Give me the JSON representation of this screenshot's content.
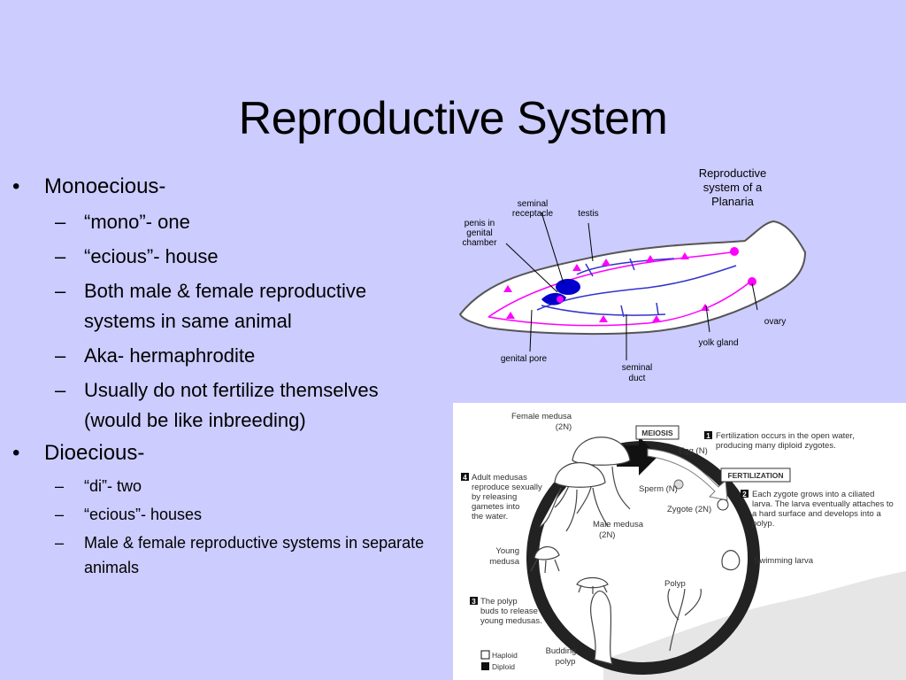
{
  "title": "Reproductive System",
  "bullets": {
    "mono": {
      "label": "Monoecious-",
      "subs": [
        "“mono”- one",
        "“ecious”- house",
        "Both male & female reproductive systems in same animal",
        "Aka- hermaphrodite",
        "Usually do not fertilize themselves (would be like inbreeding)"
      ]
    },
    "dio": {
      "label": "Dioecious-",
      "subs": [
        "“di”- two",
        "“ecious”- houses",
        "Male & female reproductive systems in separate animals"
      ]
    }
  },
  "planaria": {
    "title": [
      "Reproductive",
      "system of a",
      "Planaria"
    ],
    "labels": {
      "penis": [
        "penis in",
        "genital",
        "chamber"
      ],
      "seminal_receptacle": [
        "seminal",
        "receptacle"
      ],
      "testis": "testis",
      "ovary": "ovary",
      "yolk_gland": "yolk gland",
      "genital_pore": "genital pore",
      "seminal_duct": [
        "seminal",
        "duct"
      ]
    },
    "colors": {
      "body_fill": "#ffffff",
      "outline": "#555555",
      "magenta": "#ff00ff",
      "blue": "#3333cc",
      "dark_blue": "#0000cc"
    }
  },
  "cnidaria": {
    "female_medusa": [
      "Female medusa",
      "(2N)"
    ],
    "meiosis": "MEIOSIS",
    "step1_num": "1",
    "step1": [
      "Fertilization occurs in the open water,",
      "producing many diploid zygotes."
    ],
    "egg": "Egg (N)",
    "fertilization": "FERTILIZATION",
    "step2_num": "2",
    "step2": [
      "Each zygote grows into a ciliated",
      "larva. The larva eventually attaches to",
      "a hard surface and develops into a",
      "polyp."
    ],
    "step4_num": "4",
    "step4": [
      "Adult medusas",
      "reproduce sexually",
      "by releasing",
      "gametes into",
      "the water."
    ],
    "sperm": "Sperm (N)",
    "zygote": "Zygote (2N)",
    "male_medusa": [
      "Male medusa",
      "(2N)"
    ],
    "young_medusa": [
      "Young",
      "medusa"
    ],
    "swimming_larva": "Swimming larva",
    "polyp": "Polyp",
    "step3_num": "3",
    "step3": [
      "The polyp",
      "buds to release",
      "young medusas."
    ],
    "budding_polyp": [
      "Budding",
      "polyp"
    ],
    "legend_haploid": "Haploid",
    "legend_diploid": "Diploid"
  }
}
